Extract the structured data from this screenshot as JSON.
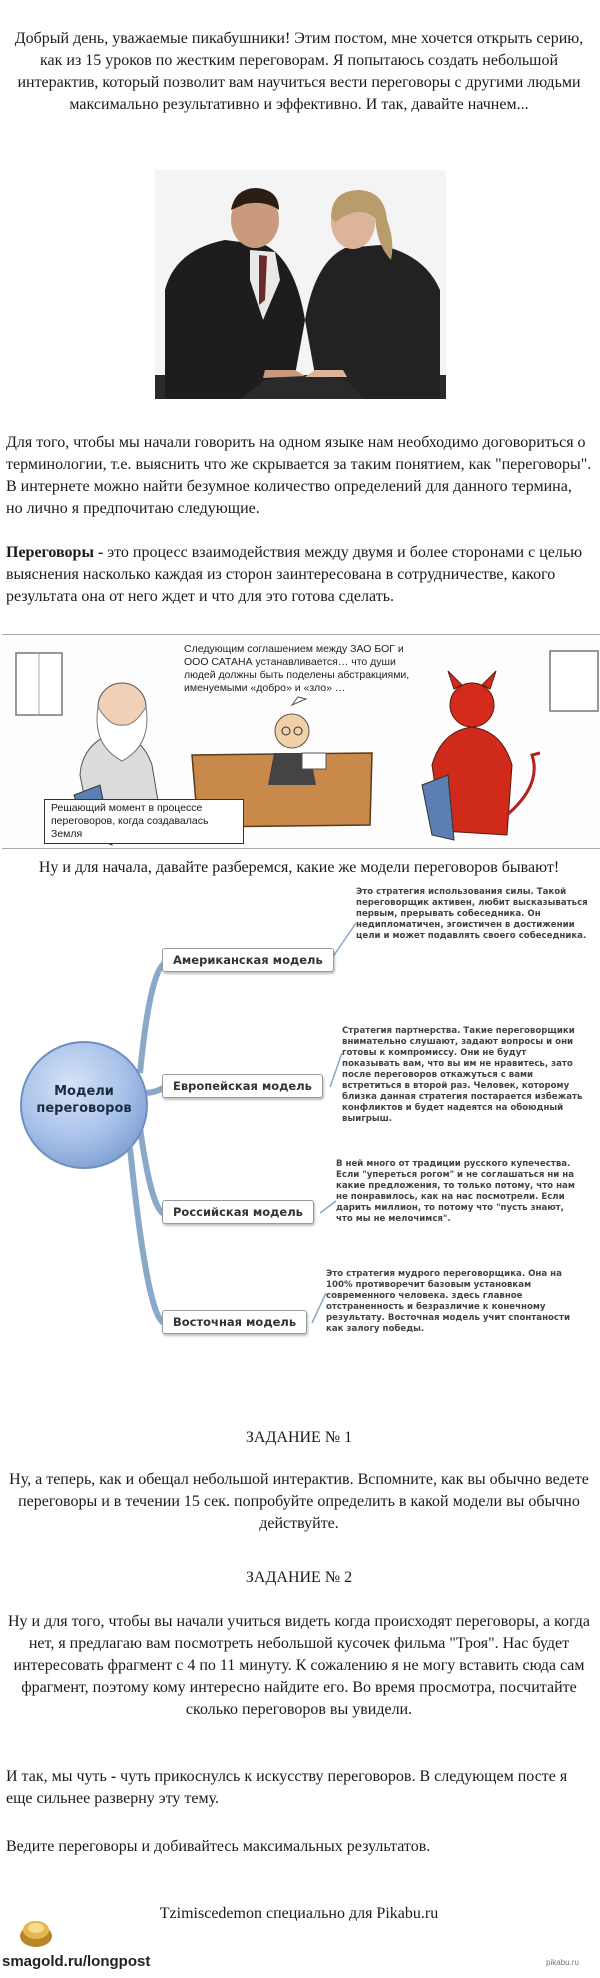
{
  "intro": "Добрый день, уважаемые пикабушники! Этим постом, мне хочется открыть серию, как из 15 уроков по жестким переговорам. Я попытаюсь создать небольшой интерактив, который позволит вам научиться вести переговоры с другими людьми максимально результативно и эффективно. И так, давайте начнем...",
  "terminology": "Для того, чтобы мы начали говорить на одном языке нам необходимо договориться о терминологии, т.е. выяснить что же скрывается за таким понятием, как \"переговоры\". В интернете можно найти безумное количество определений для данного термина, но лично я предпочитаю следующие.",
  "definition_term": "Переговоры -",
  "definition_text": " это процесс взаимодействия между двумя и более сторонами с целью выяснения насколько каждая из сторон заинтересована в сотрудничестве, какого результата она от него ждет и что для это готова сделать.",
  "comic": {
    "speech": "Следующим соглашением между ЗАО БОГ и ООО САТАНА устанавливается… что души людей должны быть поделены абстракциями, именуемыми «добро» и «зло» …",
    "caption": "Решающий момент в процессе переговоров, когда создавалась Земля"
  },
  "models_intro": "Ну и для начала, давайте разберемся, какие же модели переговоров бывают!",
  "mindmap": {
    "center": "Модели переговоров",
    "branches": [
      {
        "label": "Американская модель",
        "desc": "Это стратегия использования силы. Такой переговорщик активен, любит высказываться первым, прерывать собеседника. Он недипломатичен, эгоистичен в достижении цели и может подавлять своего собеседника."
      },
      {
        "label": "Европейская модель",
        "desc": "Стратегия партнерства. Такие переговорщики внимательно слушают, задают вопросы и они готовы к компромиссу. Они не будут показывать вам, что вы им не нравитесь, зато после переговоров откажуться с вами встретиться в второй раз. Человек, которому близка данная стратегия постарается избежать конфликтов и будет надеятся на обоюдный выигрыш."
      },
      {
        "label": "Российская модель",
        "desc": "В ней много от традиции русского купечества. Если \"упереться рогом\" и не соглашаться ни на какие предложения, то только потому, что нам не понравилось, как на нас посмотрели. Если дарить миллион, то потому что \"пусть знают, что мы не мелочимся\"."
      },
      {
        "label": "Восточная модель",
        "desc": "Это стратегия мудрого переговорщика. Она на 100% противоречит базовым установкам современного человека. здесь главное отстраненность и безразличие к конечному результату. Восточная модель учит спонтаности как залогу победы."
      }
    ]
  },
  "task1": {
    "title": "ЗАДАНИЕ № 1",
    "text": "Ну, а теперь, как и обещал небольшой интерактив. Вспомните, как вы обычно ведете переговоры и в течении 15 сек. попробуйте определить в какой модели вы обычно действуйте."
  },
  "task2": {
    "title": "ЗАДАНИЕ № 2",
    "text": "Ну и для того, чтобы вы начали учиться видеть когда происходят переговоры, а когда нет, я предлагаю вам посмотреть небольшой кусочек фильма \"Троя\". Нас будет интересовать фрагмент с 4 по 11 минуту. К сожалению я не могу вставить сюда сам фрагмент, поэтому кому интересно найдите его. Во время просмотра, посчитайте сколько переговоров вы увидели."
  },
  "closing_a": "И так, мы чуть",
  "closing_dash": " - ",
  "closing_b": "чуть прикоснулсь к искусству переговоров. В следующем посте я еще сильнее разверну эту тему.",
  "closing2": "Ведите переговоры и добивайтесь максимальных результатов.",
  "signature": "Tzimiscedemon специально для Pikabu.ru",
  "footer": {
    "url": "smagold.ru/longpost",
    "pikabu": "pikabu.ru"
  }
}
